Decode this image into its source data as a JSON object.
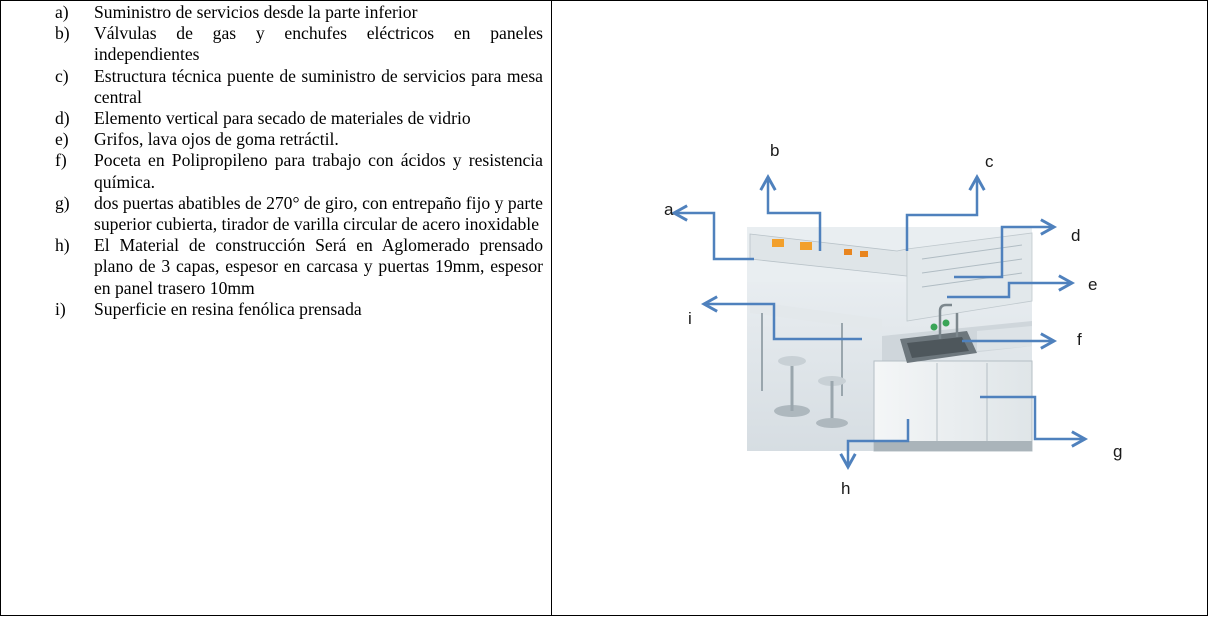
{
  "items": [
    {
      "marker": "a)",
      "text": "Suministro de servicios desde la parte inferior"
    },
    {
      "marker": "b)",
      "text": "Válvulas de gas y enchufes eléctricos en paneles independientes"
    },
    {
      "marker": "c)",
      "text": "Estructura técnica puente de suministro de servicios para mesa central"
    },
    {
      "marker": "d)",
      "text": "Elemento vertical para secado de materiales de vidrio"
    },
    {
      "marker": "e)",
      "text": "Grifos, lava ojos de goma retráctil."
    },
    {
      "marker": "f)",
      "text": "Poceta en Polipropileno para trabajo con ácidos y resistencia química."
    },
    {
      "marker": "g)",
      "text": "dos puertas abatibles de 270° de giro, con entrepaño fijo y parte superior cubierta, tirador de varilla circular de acero inoxidable"
    },
    {
      "marker": "h)",
      "text": "El Material de construcción Será en Aglomerado prensado plano de 3 capas, espesor en carcasa y puertas 19mm, espesor en panel trasero 10mm"
    },
    {
      "marker": "i)",
      "text": "Superficie en resina fenólica prensada"
    }
  ],
  "figure": {
    "labels": {
      "a": "a",
      "b": "b",
      "c": "c",
      "d": "d",
      "e": "e",
      "f": "f",
      "g": "g",
      "h": "h",
      "i": "i"
    },
    "arrow_color": "#4f81bd"
  }
}
